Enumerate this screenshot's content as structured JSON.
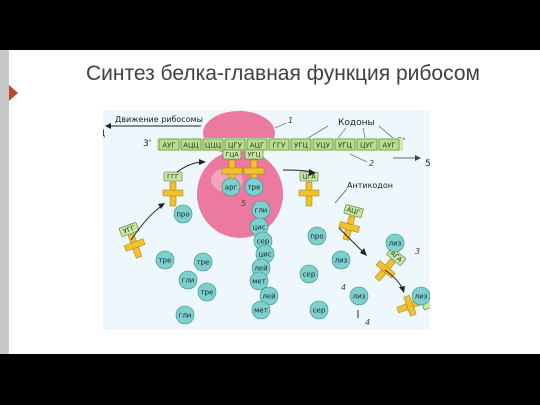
{
  "slide": {
    "title": "Синтез белка-главная функция рибосом"
  },
  "diagram": {
    "ribosome_motion_label": "Движение рибосомы",
    "codons_label": "Кодоны",
    "anticodon_label": "Антикодон",
    "end_5_top": "5'",
    "end_3": "3'",
    "end_5_right": "5'",
    "ref_1": "1",
    "ref_2": "2",
    "ref_3a": "3",
    "ref_3b": "3",
    "ref_4a": "4",
    "ref_4b": "4",
    "ref_5": "5",
    "left_cut": "Д",
    "mrna_codons": [
      "АУГ",
      "АЦЦ",
      "ЦЦЦ",
      "ЦГУ",
      "АЦГ",
      "ГГУ",
      "УГЦ",
      "УЦУ",
      "УГЦ",
      "ЦУГ",
      "АУГ"
    ],
    "trna_anticodons": {
      "site_a": "ГЦА",
      "site_b": "УГЦ",
      "incoming_1": "ГГГ",
      "incoming_2": "УГГ",
      "leaving_1": "ЦГА",
      "leaving_2": "АЦГ",
      "leaving_3": "АГА"
    },
    "amino_acids": {
      "chain": [
        "гли",
        "цис",
        "сер",
        "цис",
        "лей",
        "мет"
      ],
      "site_a": "арг",
      "site_b": "тре",
      "incoming_1": "про",
      "incoming_2": "тре",
      "free": [
        "тре",
        "гли",
        "тре",
        "гли",
        "про",
        "сер",
        "лиз",
        "лиз",
        "сер",
        "лей",
        "мет",
        "лиз",
        "лиз"
      ]
    }
  }
}
